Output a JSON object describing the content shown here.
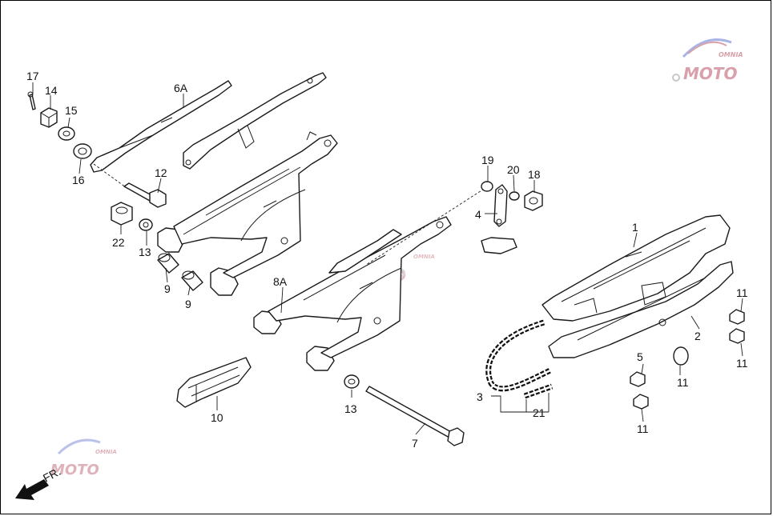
{
  "watermark": {
    "text": "MOTO",
    "subtext": "OMNIA",
    "colors": {
      "accent": "#d8a0aa",
      "secondary": "#a9b4e6",
      "gear": "#c8c8c8"
    }
  },
  "direction": {
    "label": "FR.",
    "icon": "arrow-down-left-icon"
  },
  "callouts": [
    "17",
    "14",
    "15",
    "16",
    "6A",
    "12",
    "22",
    "13",
    "9",
    "9",
    "8A",
    "19",
    "20",
    "18",
    "4",
    "1",
    "11",
    "2",
    "11",
    "11",
    "5",
    "11",
    "3",
    "21",
    "13",
    "7",
    "10"
  ]
}
